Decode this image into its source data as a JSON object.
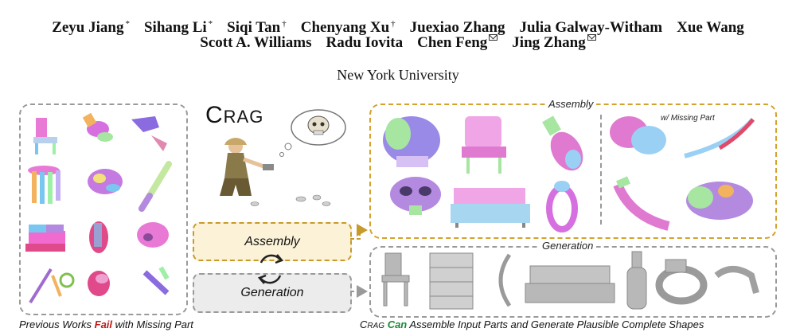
{
  "authors_line1": [
    {
      "name": "Zeyu Jiang",
      "mark": "*"
    },
    {
      "name": "Sihang Li",
      "mark": "*"
    },
    {
      "name": "Siqi Tan",
      "mark": "†"
    },
    {
      "name": "Chenyang Xu",
      "mark": "†"
    },
    {
      "name": "Juexiao Zhang",
      "mark": ""
    },
    {
      "name": "Julia Galway-Witham",
      "mark": ""
    },
    {
      "name": "Xue Wang",
      "mark": ""
    }
  ],
  "authors_line2": [
    {
      "name": "Scott A. Williams",
      "mark": ""
    },
    {
      "name": "Radu Iovita",
      "mark": ""
    },
    {
      "name": "Chen Feng",
      "mark": "envelope"
    },
    {
      "name": "Jing Zhang",
      "mark": "envelope"
    }
  ],
  "affiliation": "New York University",
  "crag_title": {
    "c": "C",
    "rest": "RAG"
  },
  "buttons": {
    "assembly": "Assembly",
    "generation": "Generation"
  },
  "panel_titles": {
    "assembly": "Assembly",
    "generation": "Generation",
    "missing_part": "w/ Missing Part"
  },
  "caption_left": {
    "pre": "Previous Works ",
    "fail": "Fail",
    "post": " with Missing Part"
  },
  "caption_right": {
    "c": "C",
    "rag": "RAG",
    "space": " ",
    "can": "Can",
    "post": " Assemble Input Parts and Generate Plausible Complete Shapes"
  },
  "colors": {
    "assembly_border": "#d4a22a",
    "assembly_fill": "#fbf2d8",
    "generation_fill": "#ececec",
    "fail": "#c01818",
    "can": "#1a8a36"
  }
}
